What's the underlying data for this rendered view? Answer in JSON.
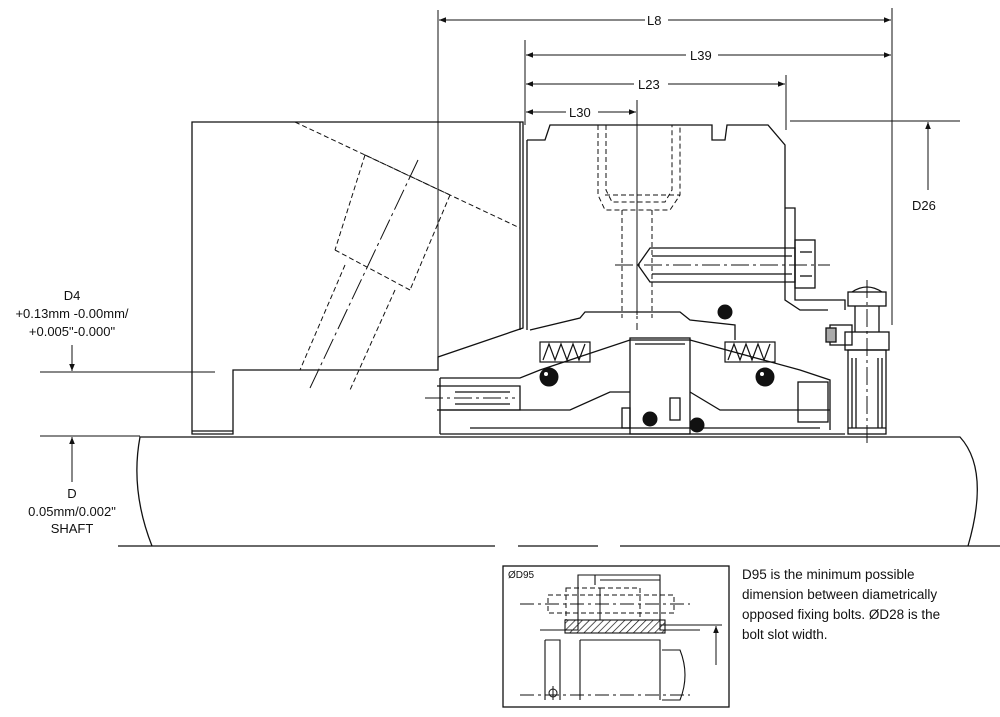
{
  "dimensions": {
    "l8": "L8",
    "l39": "L39",
    "l23": "L23",
    "l30": "L30",
    "d26": "D26"
  },
  "d4_callout": {
    "name": "D4",
    "tol_mm": "+0.13mm -0.00mm/",
    "tol_in": "+0.005\"-0.000\""
  },
  "shaft_callout": {
    "name": "D",
    "tolerance": "0.05mm/0.002\"",
    "part": "SHAFT"
  },
  "inset": {
    "label": "ØD95"
  },
  "note": {
    "lines": [
      "D95 is the minimum possible",
      "dimension between diametrically",
      "opposed fixing bolts. ØD28 is the",
      "bolt slot width."
    ]
  }
}
